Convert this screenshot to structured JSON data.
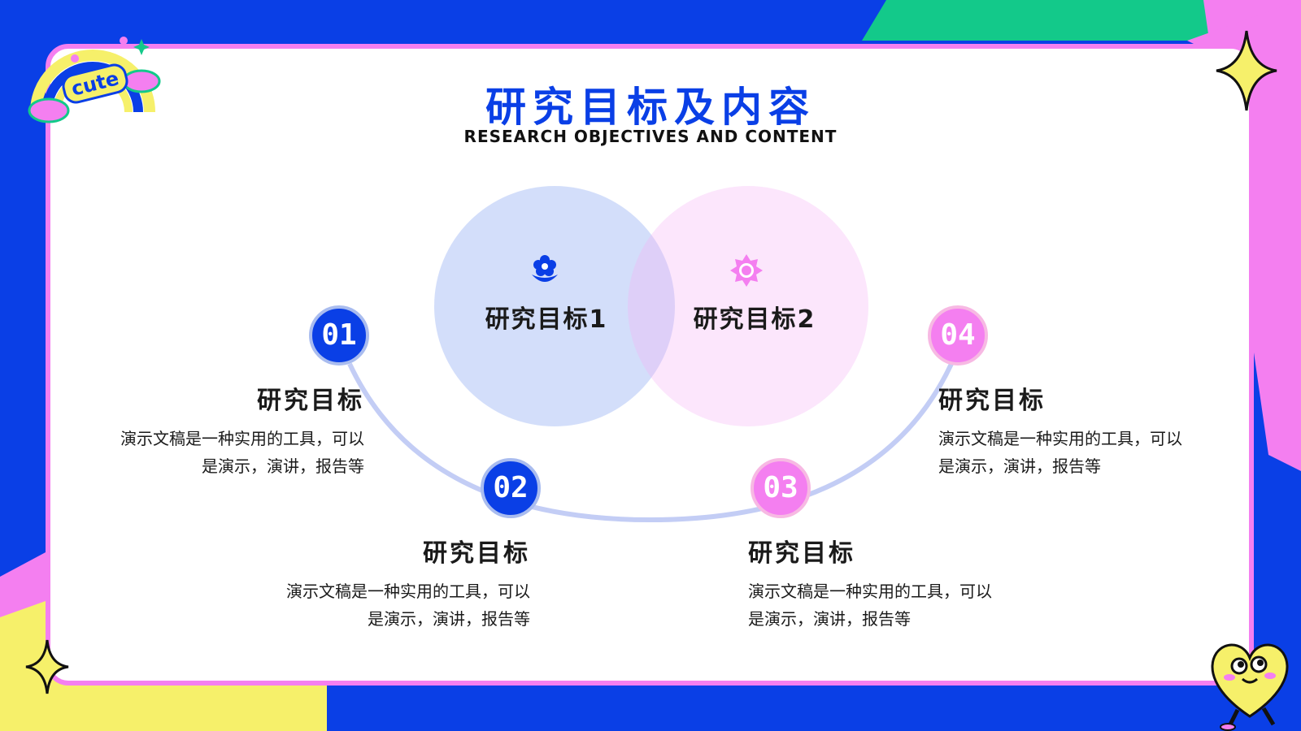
{
  "header": {
    "title": "研究目标及内容",
    "subtitle": "RESEARCH OBJECTIVES AND CONTENT"
  },
  "venn": {
    "left": {
      "label": "研究目标1",
      "icon": "flower-icon",
      "color": "#0a3fe6"
    },
    "right": {
      "label": "研究目标2",
      "icon": "sun-gear-icon",
      "color": "#f47ff0"
    }
  },
  "items": [
    {
      "number": "01",
      "title": "研究目标",
      "desc_line1": "演示文稿是一种实用的工具，可以",
      "desc_line2": "是演示，演讲，报告等",
      "color": "#0a3fe6"
    },
    {
      "number": "02",
      "title": "研究目标",
      "desc_line1": "演示文稿是一种实用的工具，可以",
      "desc_line2": "是演示，演讲，报告等",
      "color": "#0a3fe6"
    },
    {
      "number": "03",
      "title": "研究目标",
      "desc_line1": "演示文稿是一种实用的工具，可以",
      "desc_line2": "是演示，演讲，报告等",
      "color": "#f47ff0"
    },
    {
      "number": "04",
      "title": "研究目标",
      "desc_line1": "演示文稿是一种实用的工具，可以",
      "desc_line2": "是演示，演讲，报告等",
      "color": "#f47ff0"
    }
  ],
  "decorations": {
    "logo_text": "cute",
    "logo_icon": "rainbow-cute-sticker",
    "star_icon": "sparkle-star-icon",
    "mascot_icon": "heart-mascot-icon"
  },
  "colors": {
    "blue": "#0a3fe6",
    "pink": "#f47ff0",
    "green": "#13c98a",
    "yellow": "#f6f06a"
  }
}
